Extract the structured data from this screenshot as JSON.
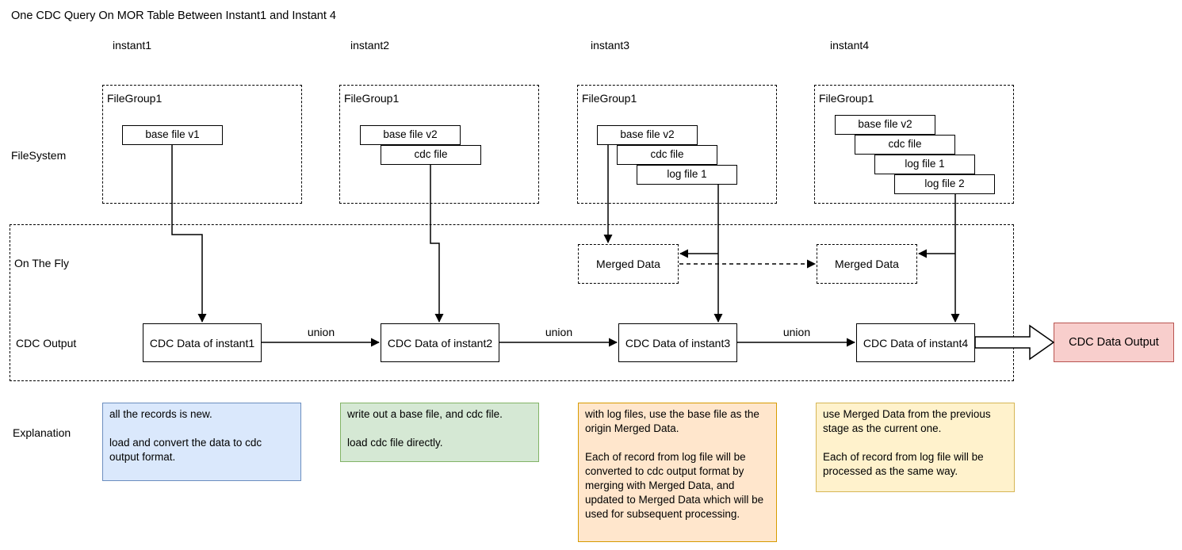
{
  "title": "One CDC Query On MOR Table Between Instant1 and Instant 4",
  "row_labels": {
    "filesystem": "FileSystem",
    "on_the_fly": "On The Fly",
    "cdc_output": "CDC Output",
    "explanation": "Explanation"
  },
  "labels": {
    "union": "union",
    "merged_data": "Merged Data"
  },
  "columns": [
    {
      "instant": "instant1",
      "filegroup": "FileGroup1",
      "files": [
        "base file v1"
      ],
      "cdc_data": "CDC Data of instant1",
      "explanation": {
        "p1": "all the records is new.",
        "p2": "load and convert the data to cdc output format."
      }
    },
    {
      "instant": "instant2",
      "filegroup": "FileGroup1",
      "files": [
        "base file v2",
        "cdc file"
      ],
      "cdc_data": "CDC Data of instant2",
      "explanation": {
        "p1": "write out a base file, and cdc file.",
        "p2": "load cdc file directly."
      }
    },
    {
      "instant": "instant3",
      "filegroup": "FileGroup1",
      "files": [
        "base file v2",
        "cdc file",
        "log file 1"
      ],
      "merged_data": "Merged Data",
      "cdc_data": "CDC Data of instant3",
      "explanation": {
        "p1": "with log files, use the base file as the origin Merged Data.",
        "p2": "Each of record from log file will be converted to cdc output format by merging with Merged Data, and updated to Merged Data which will be used for subsequent processing."
      }
    },
    {
      "instant": "instant4",
      "filegroup": "FileGroup1",
      "files": [
        "base file v2",
        "cdc file",
        "log file 1",
        "log file 2"
      ],
      "merged_data": "Merged Data",
      "cdc_data": "CDC Data of instant4",
      "explanation": {
        "p1": "use Merged Data from the previous stage as the current one.",
        "p2": "Each of record from log file will be processed as the same way."
      }
    }
  ],
  "output": {
    "label": "CDC Data Output"
  },
  "colors": {
    "diagram_stroke": "#000000",
    "explanation_blue": {
      "fill": "#dae8fc",
      "stroke": "#6c8ebf"
    },
    "explanation_green": {
      "fill": "#d5e8d4",
      "stroke": "#82b366"
    },
    "explanation_orange": {
      "fill": "#ffe6cc",
      "stroke": "#d79b00"
    },
    "explanation_yellow": {
      "fill": "#fff2cc",
      "stroke": "#d6b656"
    },
    "output_box": {
      "fill": "#f8cecc",
      "stroke": "#b85450"
    }
  }
}
